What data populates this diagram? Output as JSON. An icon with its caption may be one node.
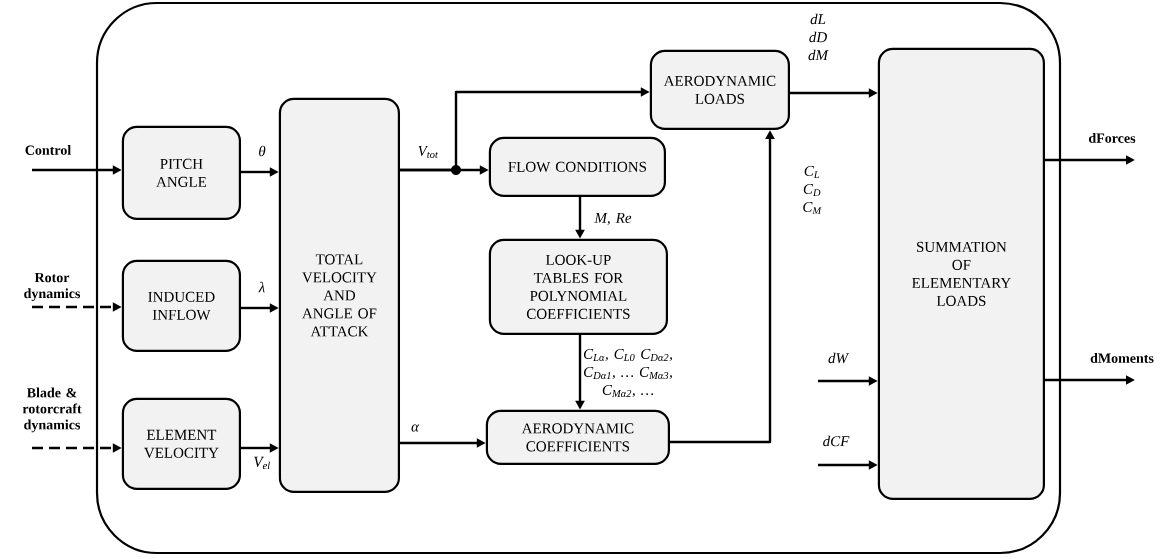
{
  "diagram": {
    "nodes": [
      {
        "text": [],
        "shape": "box"
      },
      {
        "text": [
          "PITCH ANGLE"
        ],
        "in": 0
      },
      {
        "text": [
          "INDUCED INFLOW"
        ],
        "in": 0
      },
      {
        "text": [
          "ELEMENT VELOCITY"
        ],
        "in": 0
      },
      {
        "text": [
          "TOTAL VELOCITY AND ANGLE OF ATTACK"
        ],
        "in": 0
      },
      {
        "text": [
          "AERODYNAMIC LOADS"
        ],
        "in": 0
      },
      {
        "text": [
          "FLOW CONDITIONS"
        ],
        "in": 0
      },
      {
        "text": [
          "LOOK-UP TABLES FOR POLYNOMIAL COEFFICIENTS"
        ],
        "in": 0
      },
      {
        "text": [
          "AERODYNAMIC COEFFICIENTS"
        ],
        "in": 0
      },
      {
        "text": [
          "SUMMATION OF ELEMENTARY LOADS"
        ],
        "in": 0
      }
    ],
    "edges": [
      {
        "from": null,
        "to": 1,
        "arrow": "to",
        "label": "Control"
      },
      {
        "from": null,
        "to": 2,
        "arrow": "to",
        "label": "Rotor dynamics",
        "style": "dashed"
      },
      {
        "from": null,
        "to": 3,
        "arrow": "to",
        "label": "Blade & rotorcraft dynamics",
        "style": "dashed"
      },
      {
        "from": 1,
        "to": 4,
        "arrow": "to",
        "label": "θ"
      },
      {
        "from": 2,
        "to": 4,
        "arrow": "to",
        "label": "λ"
      },
      {
        "from": 3,
        "to": 4,
        "arrow": "to",
        "label": "V$_{el}$"
      },
      {
        "from": 4,
        "to": 6,
        "arrow": "to",
        "label": "V$_{tot}$"
      },
      {
        "from": 4,
        "to": 5,
        "arrow": "to"
      },
      {
        "from": 4,
        "to": 8,
        "arrow": "to",
        "label": "α"
      },
      {
        "from": 6,
        "to": 7,
        "arrow": "to",
        "label": "M, Re"
      },
      {
        "from": 7,
        "to": 8,
        "arrow": "to",
        "label": "C$_{Lα}$, C$_{L0}$ C$_{Dα2}$, C$_{Dα1}$, … C$_{Mα3}$, C$_{Mα2}$, …"
      },
      {
        "from": 8,
        "to": 5,
        "arrow": "to",
        "label": "C$_{L}$ C$_{D}$ C$_{M}$"
      },
      {
        "from": 5,
        "to": 9,
        "arrow": "to",
        "label": "dL dD dM"
      },
      {
        "from": null,
        "to": 9,
        "arrow": "to",
        "label": "dW"
      },
      {
        "from": null,
        "to": 9,
        "arrow": "to",
        "label": "dCF"
      },
      {
        "from": 9,
        "to": null,
        "arrow": "to",
        "label": "dForces"
      },
      {
        "from": 9,
        "to": null,
        "arrow": "to",
        "label": "dMoments"
      }
    ]
  }
}
